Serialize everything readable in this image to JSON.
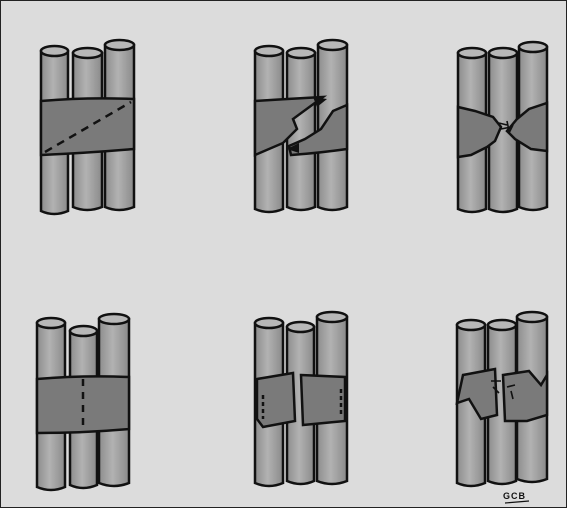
{
  "illustration": {
    "signature": "GCB",
    "colors": {
      "paper": "#dcdcdc",
      "rod": "#9c9c9c",
      "rod_highlight": "#b4b4b4",
      "band": "#7a7a7a",
      "ink": "#111111"
    },
    "panels": [
      {
        "id": "top-left",
        "variant": "intact-band-dashed-diagonal"
      },
      {
        "id": "top-middle",
        "variant": "band-split-diagonal-arrows"
      },
      {
        "id": "top-right",
        "variant": "band-torn-twisted"
      },
      {
        "id": "bottom-left",
        "variant": "intact-band-dashed-vertical"
      },
      {
        "id": "bottom-middle",
        "variant": "band-split-vertical-gap"
      },
      {
        "id": "bottom-right",
        "variant": "band-torn-vertical"
      }
    ]
  }
}
